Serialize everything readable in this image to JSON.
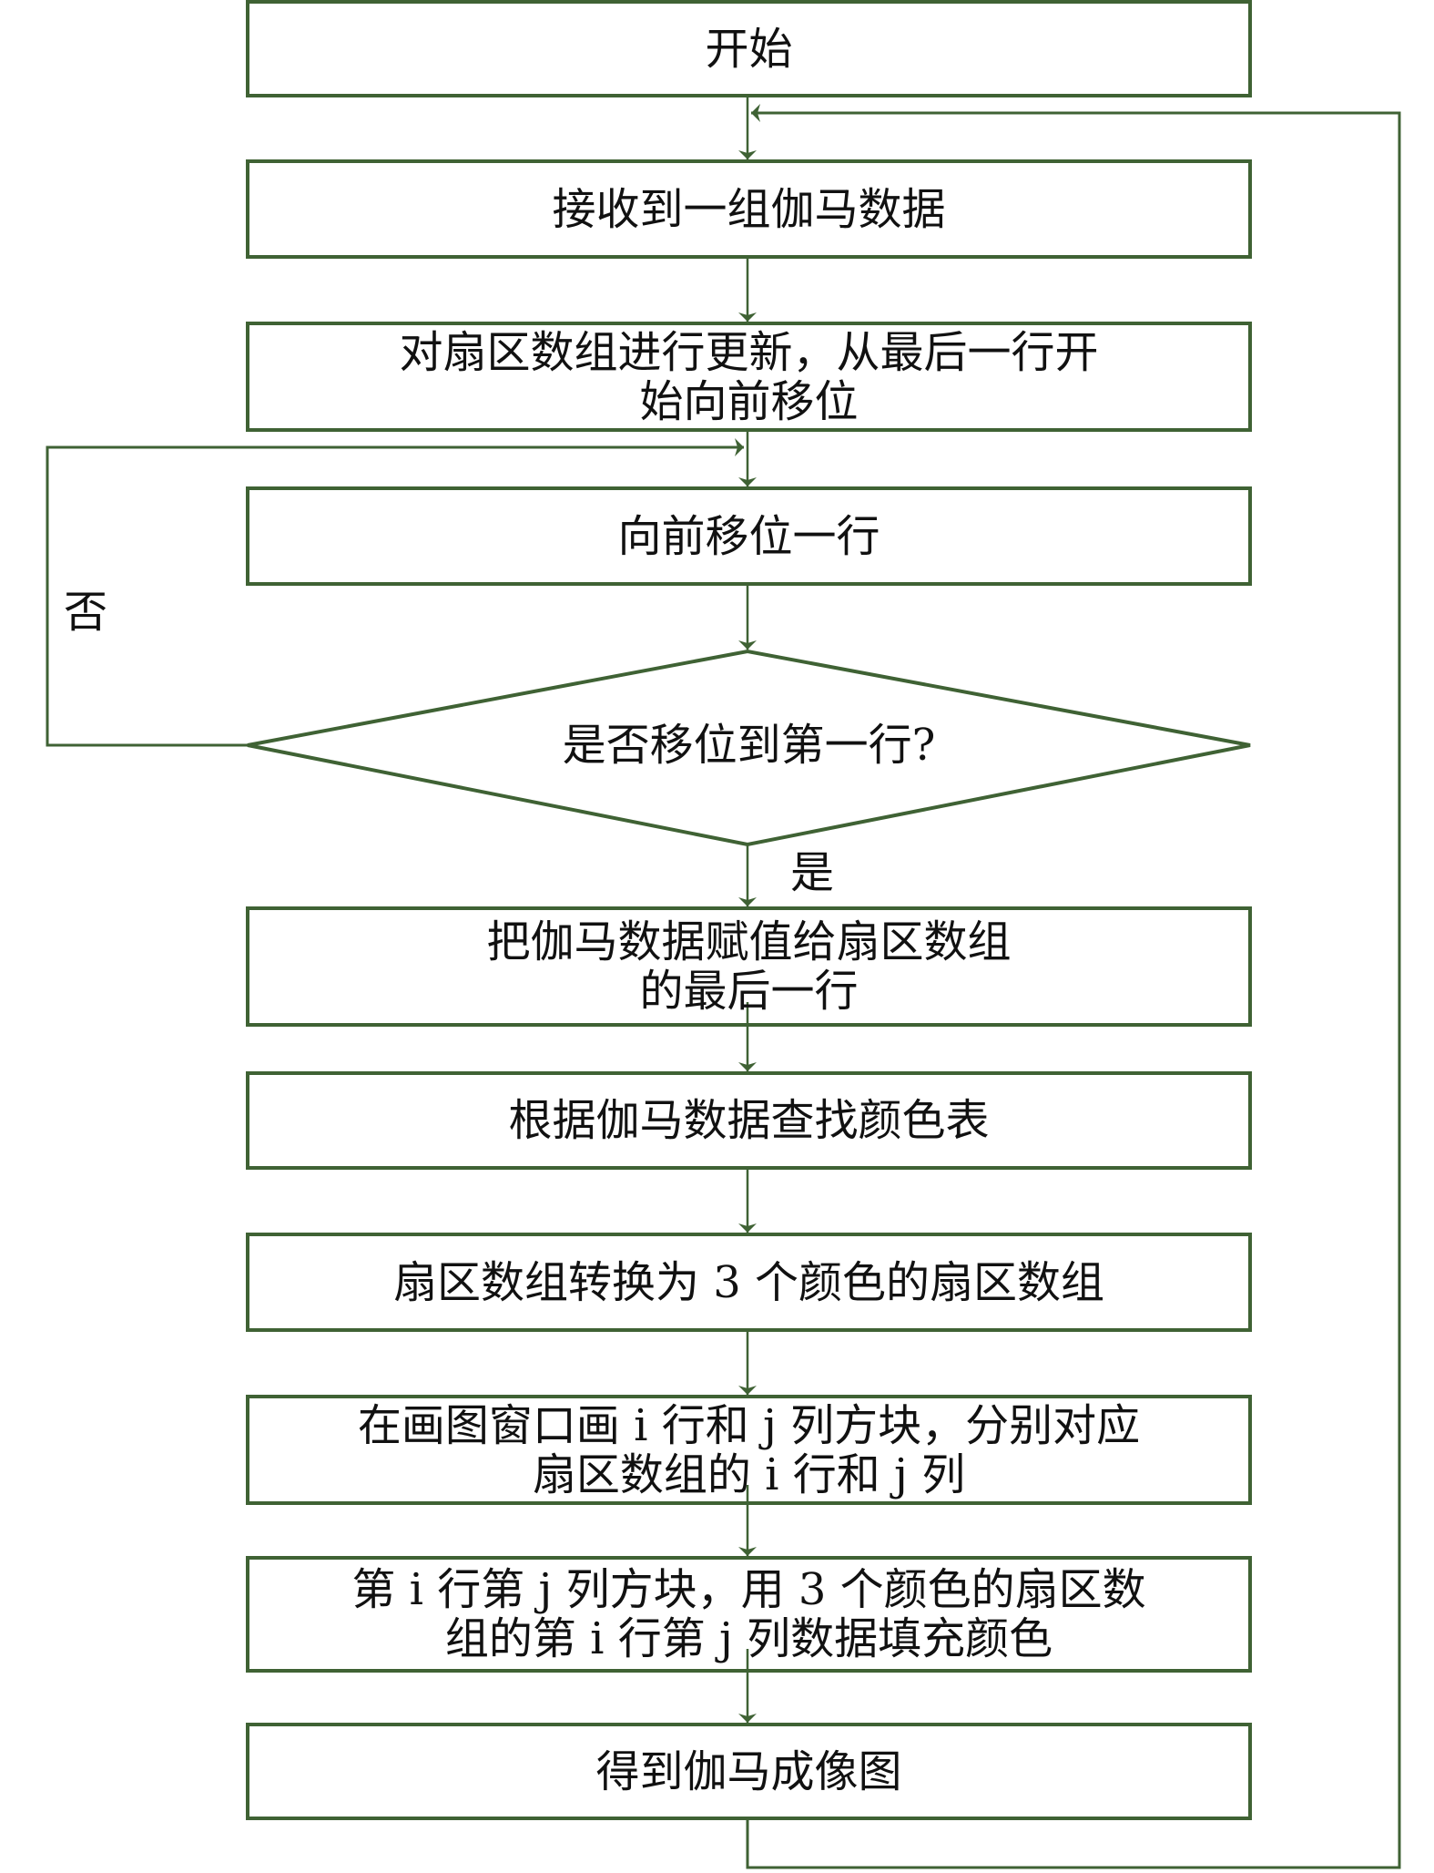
{
  "colors": {
    "line": "#3f6234",
    "text": "#111111"
  },
  "nodes": {
    "start": "开始",
    "receive": "接收到一组伽马数据",
    "update": [
      "对扇区数组进行更新，从最后一行开",
      "始向前移位"
    ],
    "shift": "向前移位一行",
    "decision": "是否移位到第一行?",
    "assign": [
      "把伽马数据赋值给扇区数组",
      "的最后一行"
    ],
    "lookup": "根据伽马数据查找颜色表",
    "convert": "扇区数组转换为 3 个颜色的扇区数组",
    "draw": [
      "在画图窗口画 i 行和 j 列方块，分别对应",
      "扇区数组的 i 行和 j 列"
    ],
    "fill": [
      "第 i 行第 j 列方块，用 3 个颜色的扇区数",
      "组的第 i 行第 j 列数据填充颜色"
    ],
    "result": "得到伽马成像图"
  },
  "labels": {
    "no": "否",
    "yes": "是"
  }
}
